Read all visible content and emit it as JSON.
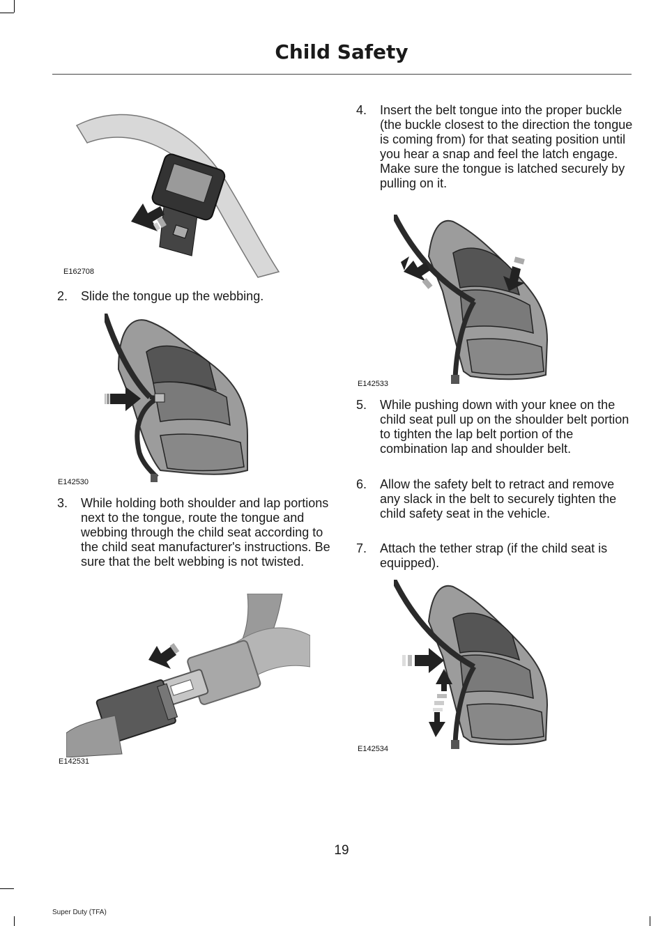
{
  "header": {
    "title": "Child Safety"
  },
  "figures": [
    {
      "code": "E162708"
    },
    {
      "code": "E142530"
    },
    {
      "code": "E142531"
    },
    {
      "code": "E142533"
    },
    {
      "code": "E142534"
    }
  ],
  "steps": [
    {
      "num": "2.",
      "text": "Slide the tongue up the webbing."
    },
    {
      "num": "3.",
      "text": "While holding both shoulder and lap portions next to the tongue, route the tongue and webbing through the child seat according to the child seat manufacturer's instructions. Be sure that the belt webbing is not twisted."
    },
    {
      "num": "4.",
      "text": "Insert the belt tongue into the proper buckle (the buckle closest to the direction the tongue is coming from) for that seating position until you hear a snap and feel the latch engage. Make sure the tongue is latched securely by pulling on it."
    },
    {
      "num": "5.",
      "text": "While pushing down with your knee on the child seat pull up on the shoulder belt portion to tighten the lap belt portion of the combination lap and shoulder belt."
    },
    {
      "num": "6.",
      "text": "Allow the safety belt to retract and remove any slack in the belt to securely tighten the child safety seat in the vehicle."
    },
    {
      "num": "7.",
      "text": "Attach the tether strap (if the child seat is equipped)."
    }
  ],
  "footer": {
    "page_number": "19",
    "doc_label": "Super Duty (TFA)"
  }
}
